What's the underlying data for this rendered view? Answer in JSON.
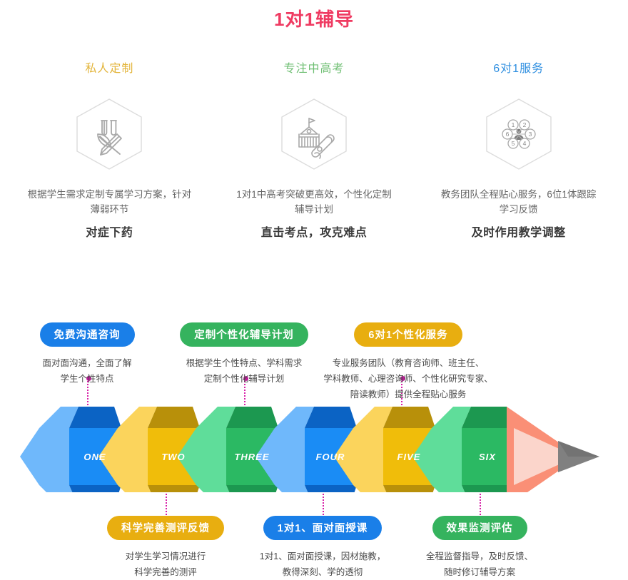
{
  "header": {
    "title": "1对1辅导",
    "title_color": "#ef3b62"
  },
  "features": [
    {
      "heading": "私人定制",
      "heading_color": "#e3b53c",
      "icon": "test-tube-pencil-leaf-icon",
      "desc_line1": "根据学生需求定制专属学习方案，针对",
      "desc_line2": "薄弱环节",
      "strong": "对症下药"
    },
    {
      "heading": "专注中高考",
      "heading_color": "#6fbf73",
      "icon": "school-diploma-icon",
      "desc_line1": "1对1中高考突破更高效，个性化定制",
      "desc_line2": "辅导计划",
      "strong": "直击考点，攻克难点"
    },
    {
      "heading": "6对1服务",
      "heading_color": "#2f8fe0",
      "icon": "six-to-one-team-icon",
      "desc_line1": "教务团队全程贴心服务，6位1体跟踪",
      "desc_line2": "学习反馈",
      "strong": "及时作用教学调整"
    }
  ],
  "flow": {
    "blocks": [
      {
        "label": "ONE",
        "color": "#1a8cf5",
        "light": "#6fb8fb",
        "dark": "#0b63c4"
      },
      {
        "label": "TWO",
        "color": "#f0bd0a",
        "light": "#fbd45c",
        "dark": "#b8900a"
      },
      {
        "label": "THREE",
        "color": "#2bb963",
        "light": "#5fdd9a",
        "dark": "#1c9850"
      },
      {
        "label": "FOUR",
        "color": "#1a8cf5",
        "light": "#6fb8fb",
        "dark": "#0b63c4"
      },
      {
        "label": "FIVE",
        "color": "#f0bd0a",
        "light": "#fbd45c",
        "dark": "#b8900a"
      },
      {
        "label": "SIX",
        "color": "#2bb963",
        "light": "#5fdd9a",
        "dark": "#1c9850"
      }
    ],
    "arrow": {
      "name": "pencil-tip-arrow",
      "body_color": "#fa8f76",
      "inner_color": "#fbd5cb",
      "tip_color": "#808080",
      "tip_dark": "#5d5d5d"
    },
    "steps": [
      {
        "position": "top",
        "pill": "免费沟通咨询",
        "pill_style": "pill-blue",
        "lines": [
          "面对面沟通，全面了解",
          "学生个性特点"
        ]
      },
      {
        "position": "bottom",
        "pill": "科学完善测评反馈",
        "pill_style": "pill-gold",
        "lines": [
          "对学生学习情况进行",
          "科学完善的测评"
        ]
      },
      {
        "position": "top",
        "pill": "定制个性化辅导计划",
        "pill_style": "pill-green",
        "lines": [
          "根据学生个性特点、学科需求",
          "定制个性化辅导计划"
        ]
      },
      {
        "position": "bottom",
        "pill": "1对1、面对面授课",
        "pill_style": "pill-blue",
        "lines": [
          "1对1、面对面授课，因材施教，",
          "教得深刻、学的透彻"
        ]
      },
      {
        "position": "top",
        "pill": "6对1个性化服务",
        "pill_style": "pill-gold",
        "lines": [
          "专业服务团队（教育咨询师、班主任、",
          "学科教师、心理咨询师、个性化研究专家、",
          "陪读教师）提供全程贴心服务"
        ]
      },
      {
        "position": "bottom",
        "pill": "效果监测评估",
        "pill_style": "pill-green",
        "lines": [
          "全程监督指导，及时反馈、",
          "随时修订辅导方案"
        ]
      }
    ],
    "connector_color": "#d81fa8"
  }
}
